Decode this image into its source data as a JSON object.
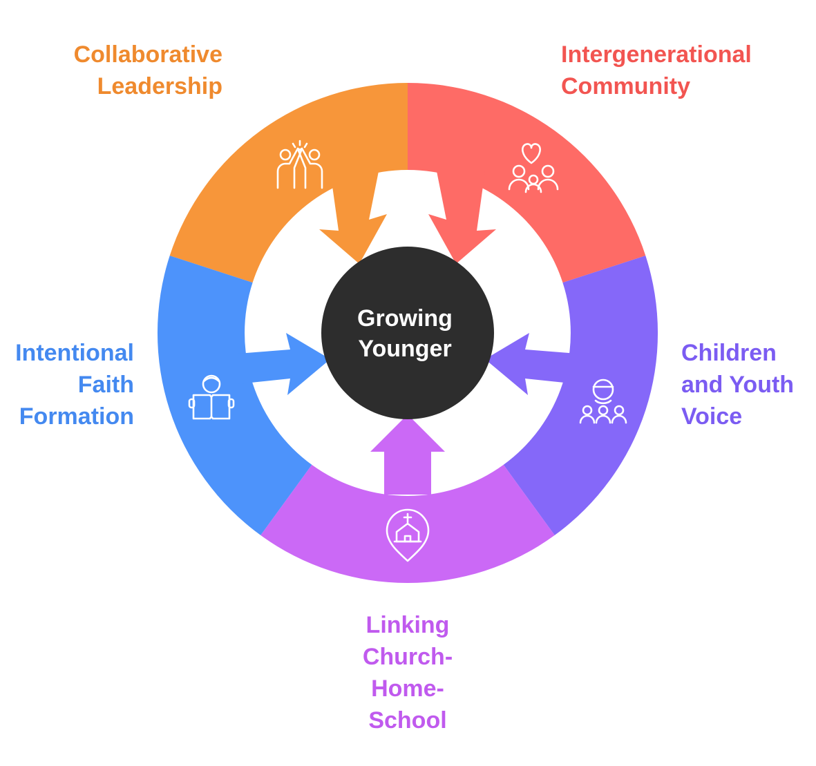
{
  "center": {
    "line1": "Growing",
    "line2": "Younger",
    "color": "#2d2d2d"
  },
  "segments": [
    {
      "id": "collaborative",
      "lines": [
        "Collaborative",
        "Leadership"
      ],
      "color": "#f7963a",
      "text_color": "#ef8a2e",
      "icon": "high-five-icon"
    },
    {
      "id": "intergenerational",
      "lines": [
        "Intergenerational",
        "Community"
      ],
      "color": "#fe6b66",
      "text_color": "#f25551",
      "icon": "family-heart-icon"
    },
    {
      "id": "children",
      "lines": [
        "Children",
        "and Youth",
        "Voice"
      ],
      "color": "#8568f9",
      "text_color": "#7b5cf2",
      "icon": "youth-group-icon"
    },
    {
      "id": "linking",
      "lines": [
        "Linking",
        "Church-",
        "Home-",
        "School"
      ],
      "color": "#cb69f6",
      "text_color": "#c05aee",
      "icon": "church-pin-icon"
    },
    {
      "id": "intentional",
      "lines": [
        "Intentional",
        "Faith",
        "Formation"
      ],
      "color": "#4d93fb",
      "text_color": "#4489f0",
      "icon": "reading-person-icon"
    }
  ]
}
